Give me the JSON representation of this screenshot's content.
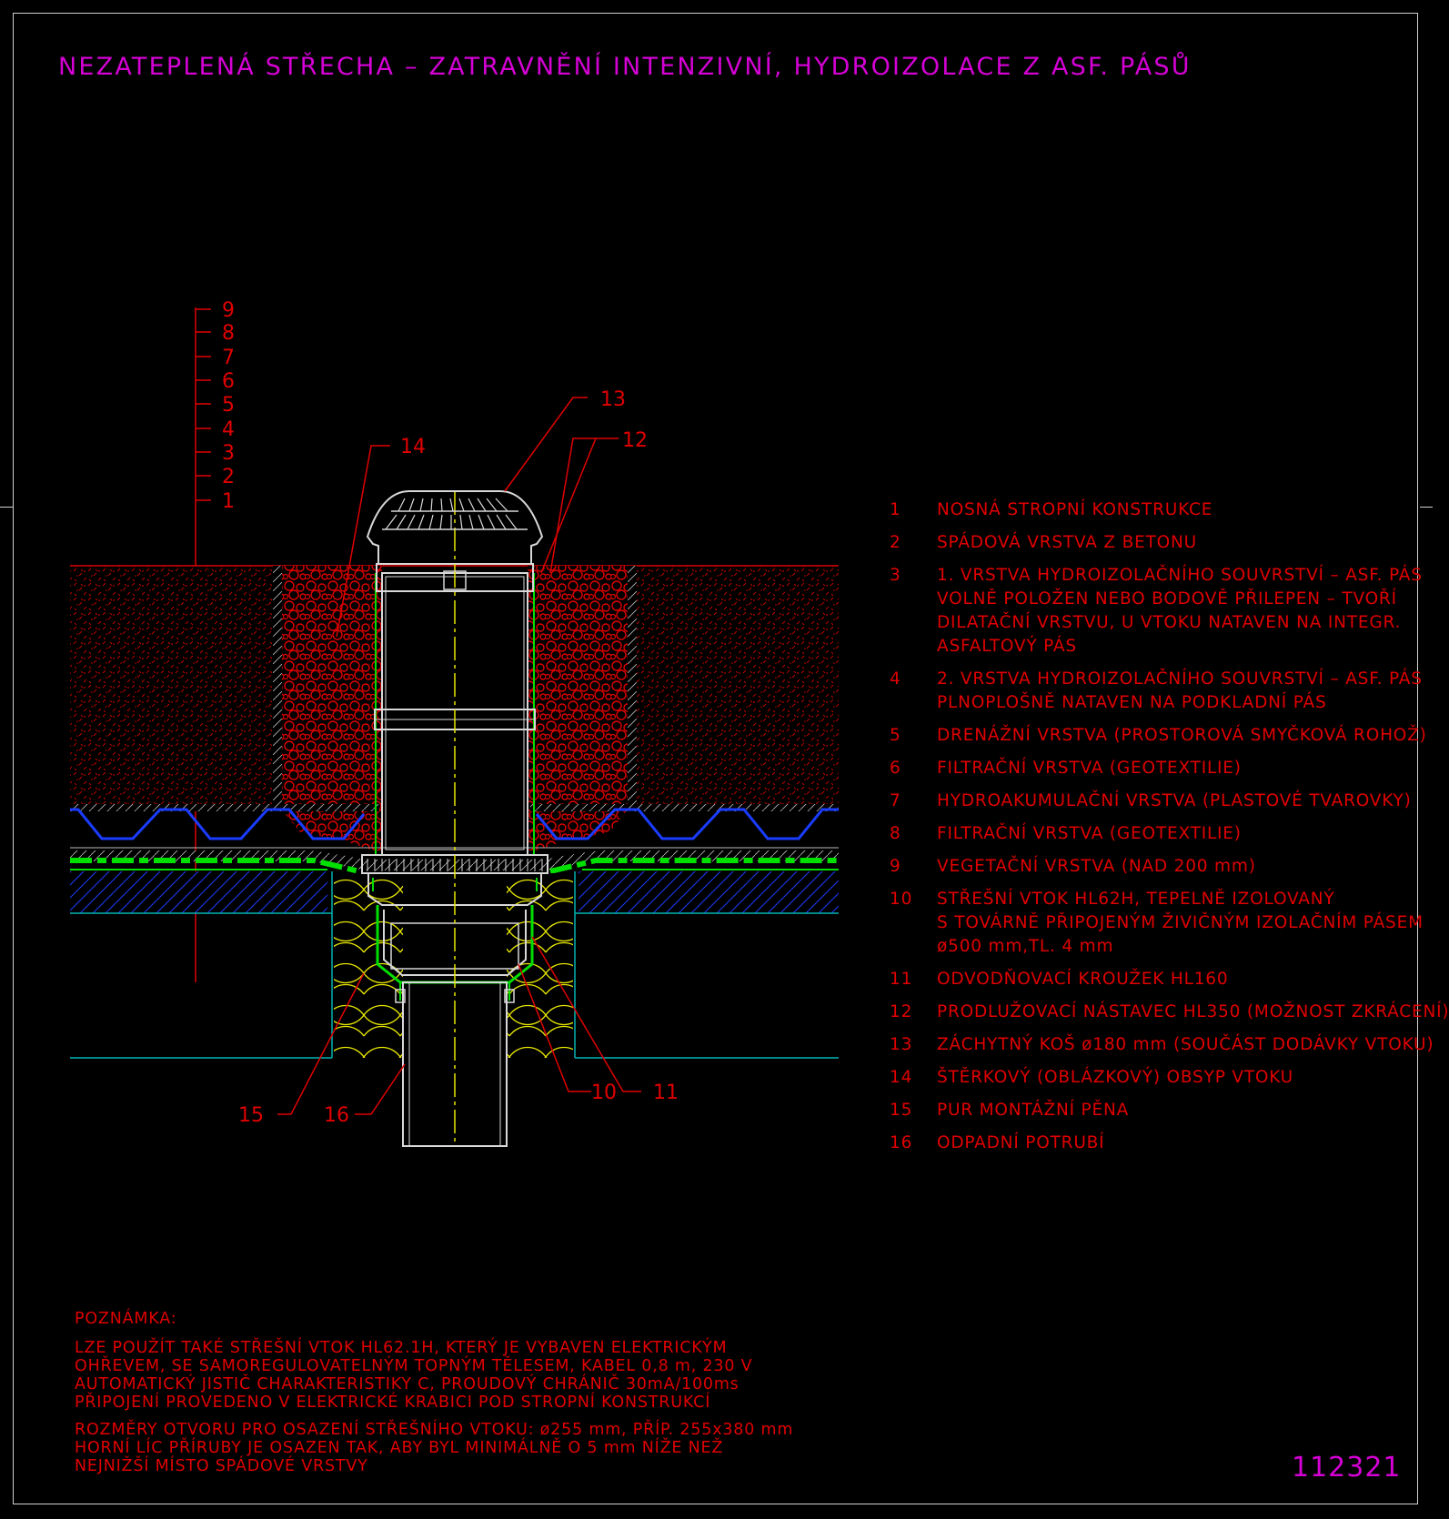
{
  "title": "NEZATEPLENÁ STŘECHA – ZATRAVNĚNÍ INTENZIVNÍ, HYDROIZOLACE Z ASF. PÁSŮ",
  "drawing_number": "112321",
  "layer_numbers": [
    "9",
    "8",
    "7",
    "6",
    "5",
    "4",
    "3",
    "2",
    "1"
  ],
  "callouts": {
    "c10": "10",
    "c11": "11",
    "c12": "12",
    "c13": "13",
    "c14": "14",
    "c15": "15",
    "c16": "16"
  },
  "legend": [
    {
      "num": "1",
      "lines": [
        "NOSNÁ STROPNÍ KONSTRUKCE"
      ]
    },
    {
      "num": "2",
      "lines": [
        "SPÁDOVÁ VRSTVA Z BETONU"
      ]
    },
    {
      "num": "3",
      "lines": [
        "1. VRSTVA HYDROIZOLAČNÍHO SOUVRSTVÍ – ASF. PÁS",
        "VOLNĚ POLOŽEN NEBO BODOVĚ PŘILEPEN – TVOŘÍ",
        "DILATAČNÍ VRSTVU, U VTOKU NATAVEN NA INTEGR.",
        "ASFALTOVÝ PÁS"
      ]
    },
    {
      "num": "4",
      "lines": [
        "2. VRSTVA HYDROIZOLAČNÍHO SOUVRSTVÍ – ASF. PÁS",
        "PLNOPLOŠNĚ NATAVEN NA PODKLADNÍ PÁS"
      ]
    },
    {
      "num": "5",
      "lines": [
        "DRENÁŽNÍ VRSTVA (PROSTOROVÁ SMYČKOVÁ ROHOŽ)"
      ]
    },
    {
      "num": "6",
      "lines": [
        "FILTRAČNÍ VRSTVA (GEOTEXTILIE)"
      ]
    },
    {
      "num": "7",
      "lines": [
        "HYDROAKUMULAČNÍ VRSTVA (PLASTOVÉ TVAROVKY)"
      ]
    },
    {
      "num": "8",
      "lines": [
        "FILTRAČNÍ VRSTVA (GEOTEXTILIE)"
      ]
    },
    {
      "num": "9",
      "lines": [
        "VEGETAČNÍ VRSTVA (NAD 200 mm)"
      ]
    },
    {
      "num": "10",
      "lines": [
        "STŘEŠNÍ VTOK HL62H, TEPELNĚ IZOLOVANÝ",
        "S TOVÁRNĚ PŘIPOJENÝM ŽIVIČNÝM IZOLAČNÍM PÁSEM",
        "ø500 mm,TL. 4 mm"
      ]
    },
    {
      "num": "11",
      "lines": [
        "ODVODŇOVACÍ KROUŽEK HL160"
      ]
    },
    {
      "num": "12",
      "lines": [
        "PRODLUŽOVACÍ NÁSTAVEC HL350 (MOŽNOST ZKRÁCENÍ)"
      ]
    },
    {
      "num": "13",
      "lines": [
        "ZÁCHYTNÝ KOŠ ø180 mm (SOUČÁST DODÁVKY VTOKU)"
      ]
    },
    {
      "num": "14",
      "lines": [
        "ŠTĚRKOVÝ (OBLÁZKOVÝ) OBSYP VTOKU"
      ]
    },
    {
      "num": "15",
      "lines": [
        "PUR MONTÁŽNÍ PĚNA"
      ]
    },
    {
      "num": "16",
      "lines": [
        "ODPADNÍ POTRUBÍ"
      ]
    }
  ],
  "notes": {
    "heading": "POZNÁMKA:",
    "para1": [
      "LZE POUŽÍT TAKÉ STŘEŠNÍ VTOK HL62.1H, KTERÝ JE VYBAVEN ELEKTRICKÝM",
      "OHŘEVEM, SE SAMOREGULOVATELNÝM TOPNÝM TĚLESEM, KABEL 0,8 m, 230 V",
      "AUTOMATICKÝ JISTIČ CHARAKTERISTIKY C, PROUDOVÝ CHRÁNIČ 30mA/100ms",
      "PŘIPOJENÍ PROVEDENO V ELEKTRICKÉ KRABICI POD STROPNÍ KONSTRUKCÍ"
    ],
    "para2": [
      "ROZMĚRY OTVORU PRO OSAZENÍ STŘEŠNÍHO VTOKU: ø255 mm, PŘÍP. 255x380 mm",
      "HORNÍ LÍC PŘÍRUBY JE OSAZEN TAK, ABY BYL MINIMÁLNĚ O 5 mm NÍŽE NEŽ",
      "NEJNIŽŠÍ MÍSTO SPÁDOVÉ VRSTVY"
    ]
  },
  "colors": {
    "magenta": "#d400d4",
    "red": "#e00000",
    "white": "#d8d8d8",
    "blue": "#1a3cff",
    "green": "#00e000",
    "cyan": "#00b4b4",
    "yellow": "#e8e800"
  }
}
